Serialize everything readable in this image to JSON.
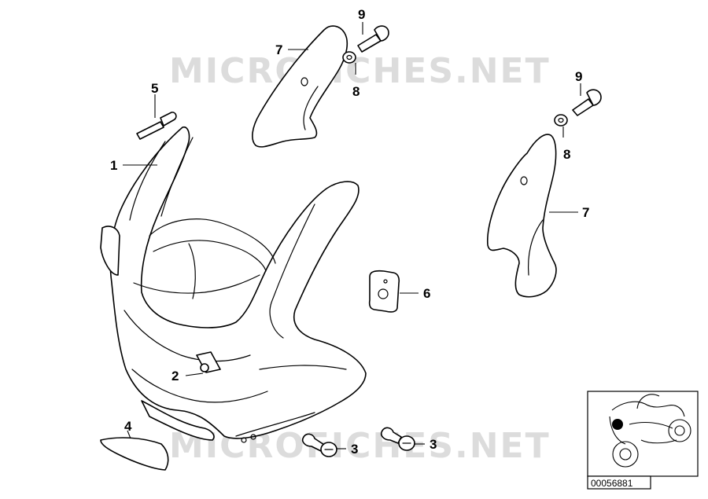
{
  "watermark": {
    "top_text": "MICROFICHES.NET",
    "bottom_text": "MICROFICHES.NET"
  },
  "callouts": {
    "c1": "1",
    "c2": "2",
    "c3a": "3",
    "c3b": "3",
    "c4": "4",
    "c5": "5",
    "c6": "6",
    "c7a": "7",
    "c7b": "7",
    "c8a": "8",
    "c8b": "8",
    "c9a": "9",
    "c9b": "9"
  },
  "reference_box": {
    "diagram_number": "00056881"
  },
  "colors": {
    "line": "#000000",
    "watermark": "#dcdcdc",
    "marker": "#000000"
  }
}
